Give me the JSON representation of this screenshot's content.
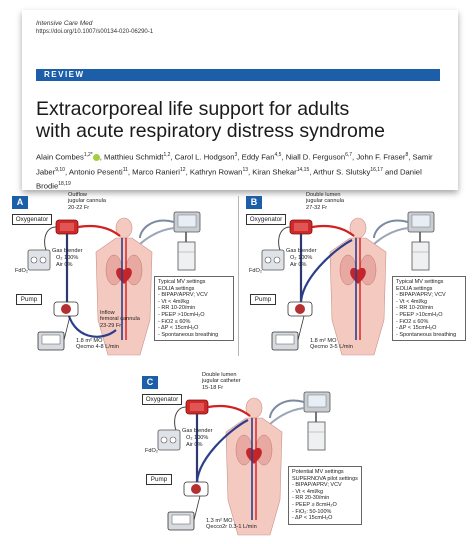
{
  "paper": {
    "journal": "Intensive Care Med",
    "doi": "https://doi.org/10.1007/s00134-020-06290-1",
    "section": "REVIEW",
    "title_line1": "Extracorporeal life support for adults",
    "title_line2": "with acute respiratory distress syndrome",
    "authors": [
      {
        "name": "Alain Combes",
        "sup": "1,2*",
        "sep": ", ",
        "orcid": true
      },
      {
        "name": "Matthieu Schmidt",
        "sup": "1,2",
        "sep": ", "
      },
      {
        "name": "Carol L. Hodgson",
        "sup": "3",
        "sep": ", "
      },
      {
        "name": "Eddy Fan",
        "sup": "4,5",
        "sep": ", "
      },
      {
        "name": "Niall D. Ferguson",
        "sup": "6,7",
        "sep": ", "
      },
      {
        "name": "John F. Fraser",
        "sup": "8",
        "sep": ", "
      },
      {
        "name": "Samir Jaber",
        "sup": "9,10",
        "sep": ", "
      },
      {
        "name": "Antonio Pesenti",
        "sup": "11",
        "sep": ", "
      },
      {
        "name": "Marco Ranieri",
        "sup": "12",
        "sep": ", "
      },
      {
        "name": "Kathryn Rowan",
        "sup": "13",
        "sep": ", "
      },
      {
        "name": "Kiran Shekar",
        "sup": "14,15",
        "sep": ", "
      },
      {
        "name": "Arthur S. Slutsky",
        "sup": "16,17",
        "sep": " "
      },
      {
        "name": "and Daniel Brodie",
        "sup": "18,19",
        "sep": ""
      }
    ]
  },
  "panels": {
    "A": {
      "letter": "A",
      "cannula_top": "Outflow\njugular cannula\n20-22 Fr",
      "oxygenator": "Oxygenator",
      "gas_blender": "Gas blender",
      "o2": "O₂ 100%",
      "air": "Air 0%",
      "fio2": "FdO₂",
      "pump": "Pump",
      "cannula_bottom": "Inflow\nfemoral cannula\n23-29 Fr",
      "flow": "1.8 m² MO\nQecmo 4-8 L/min",
      "mv_settings": [
        "Typical MV settings",
        "EOLIA settings",
        "- BIPAP/APRV; VCV",
        "- Vt < 4ml/kg",
        "- RR 10-20/min",
        "- PEEP >10cmH₂O",
        "- FiO2 ≤ 60%",
        "- ΔP < 15cmH₂O",
        "- Spontaneous breathing"
      ]
    },
    "B": {
      "letter": "B",
      "cannula_top": "Double lumen\njugular cannula\n27-32 Fr",
      "oxygenator": "Oxygenator",
      "gas_blender": "Gas blender",
      "o2": "O₂ 100%",
      "air": "Air 0%",
      "fio2": "FdO₂",
      "pump": "Pump",
      "flow": "1.8 m² MO\nQecmo 3-5 L/min",
      "mv_settings": [
        "Typical MV settings",
        "EOLIA settings",
        "- BIPAP/APRV; VCV",
        "- Vt < 4ml/kg",
        "- RR 10-20/min",
        "- PEEP >10cmH₂O",
        "- FiO2 ≤ 60%",
        "- ΔP < 15cmH₂O",
        "- Spontaneous breathing"
      ]
    },
    "C": {
      "letter": "C",
      "cannula_top": "Double lumen\njugular catheter\n15-18 Fr",
      "oxygenator": "Oxygenator",
      "gas_blender": "Gas blender",
      "o2": "O₂ 100%",
      "air": "Air 0%",
      "fio2": "FdO₂",
      "pump": "Pump",
      "flow": "1.3 m² MO\nQecco2r 0.3-1 L/min",
      "mv_settings": [
        "Potential MV settings",
        "SUPERNOVA pilot settings",
        "- BIPAP/APRV; VCV",
        "- Vt < 4ml/kg",
        "- RR 20-30/min",
        "- PEEP ≥ 8cmH₂O",
        "- FiO₂: 50-100%",
        "- ΔP < 15cmH₂O"
      ]
    }
  },
  "colors": {
    "brand": "#1c5fa8",
    "oxygenated_blood": "#d32020",
    "venous_blood": "#2b3f8c",
    "body_fill": "#f4c9c0",
    "device_gray": "#c9cdd2"
  }
}
